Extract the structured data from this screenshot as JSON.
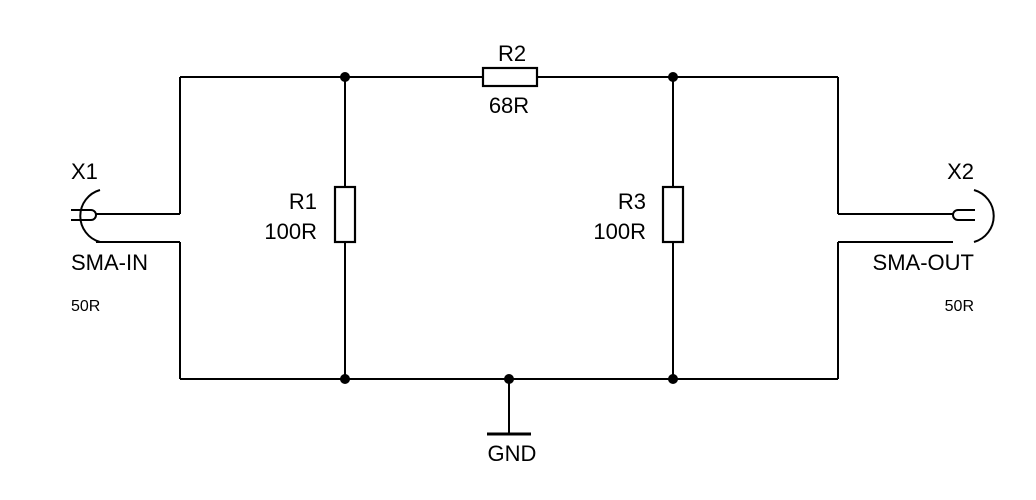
{
  "components": {
    "x1": {
      "designator": "X1",
      "value": "SMA-IN",
      "impedance": "50R"
    },
    "x2": {
      "designator": "X2",
      "value": "SMA-OUT",
      "impedance": "50R"
    },
    "r1": {
      "designator": "R1",
      "value": "100R"
    },
    "r2": {
      "designator": "R2",
      "value": "68R"
    },
    "r3": {
      "designator": "R3",
      "value": "100R"
    },
    "gnd": {
      "label": "GND"
    }
  }
}
